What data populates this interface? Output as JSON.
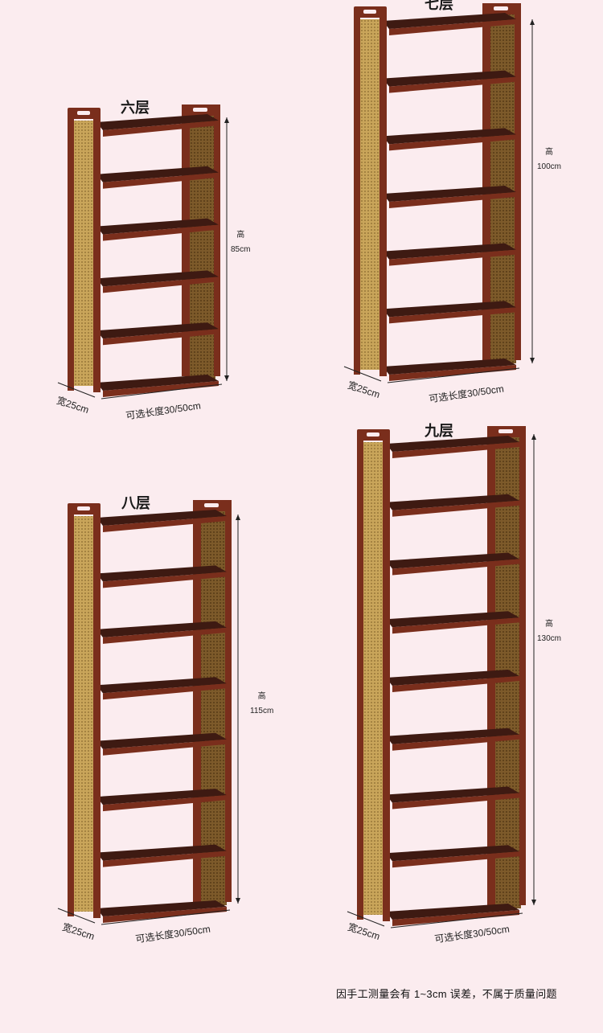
{
  "racks": [
    {
      "id": "six",
      "title": "六层",
      "height_value": "85cm",
      "width_label": "宽25cm",
      "length_label": "可选长度30/50cm",
      "shelves": 6
    },
    {
      "id": "seven",
      "title": "七层",
      "height_value": "100cm",
      "width_label": "宽25cm",
      "length_label": "可选长度30/50cm",
      "shelves": 7
    },
    {
      "id": "eight",
      "title": "八层",
      "height_value": "115cm",
      "width_label": "宽25cm",
      "length_label": "可选长度30/50cm",
      "shelves": 8
    },
    {
      "id": "nine",
      "title": "九层",
      "height_value": "130cm",
      "width_label": "宽25cm",
      "length_label": "可选长度30/50cm",
      "shelves": 9
    }
  ],
  "height_word": "高",
  "footnote": "因手工测量会有 1~3cm 误差，不属于质量问题",
  "colors": {
    "background": "#fbecef",
    "wood": "#7a2e1c",
    "wood_dark": "#4a1a10",
    "shelf_top": "#3e1a12",
    "mesh": "#c9a55a"
  }
}
